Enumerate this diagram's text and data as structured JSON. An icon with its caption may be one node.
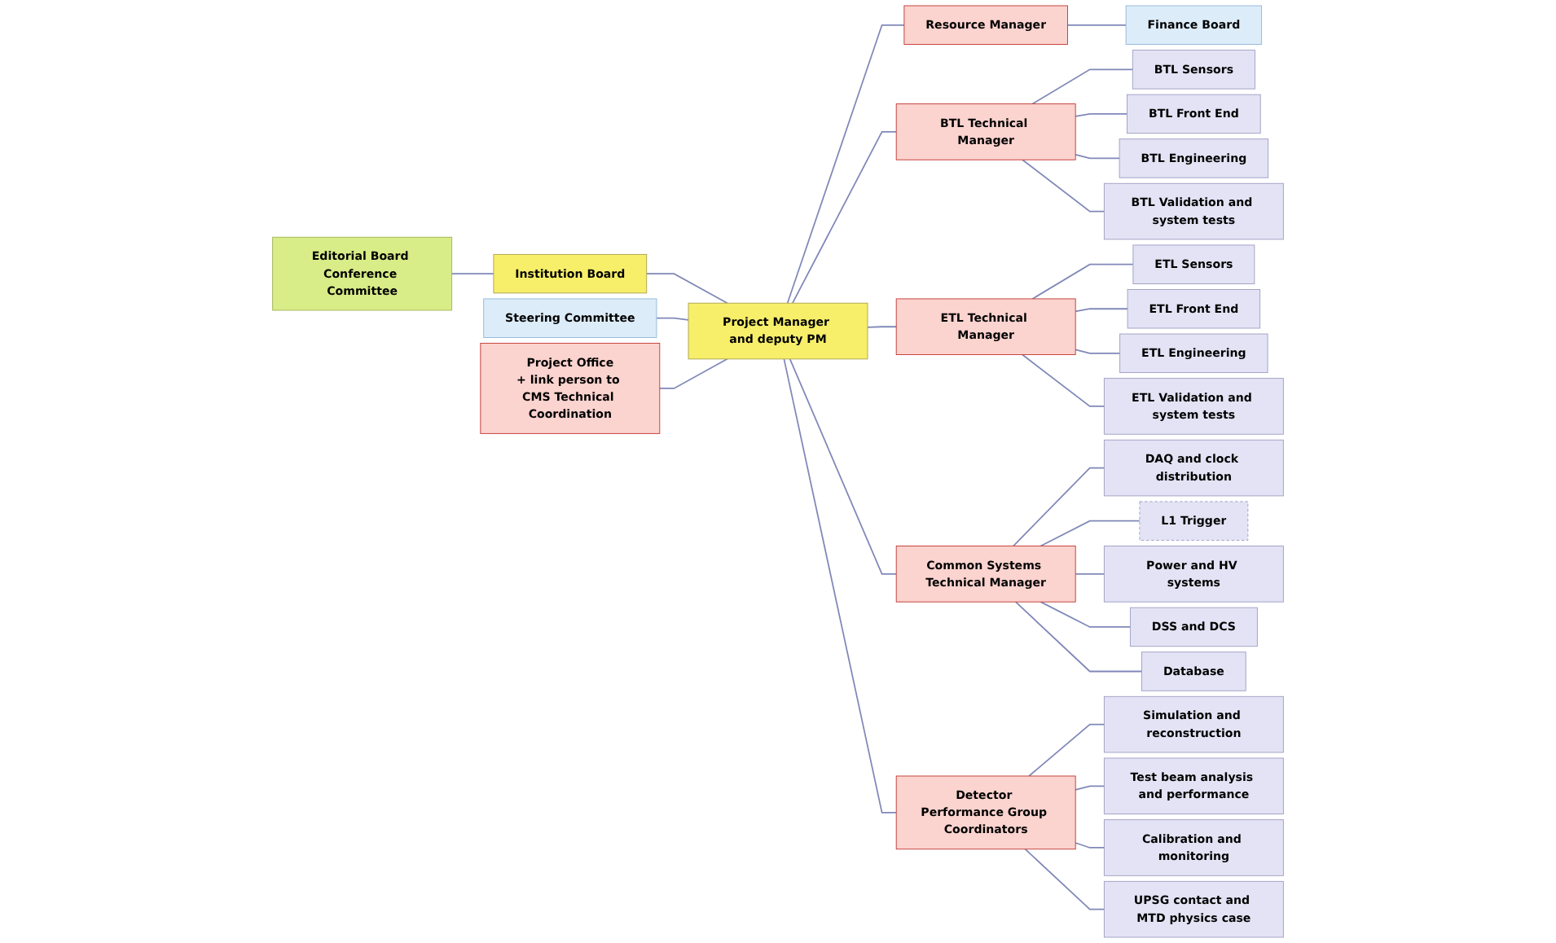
{
  "diagram": {
    "nodes": [
      {
        "text": [
          "Steering Committee"
        ]
      },
      {
        "text": [
          "Institution Board"
        ]
      },
      {
        "text": [
          "Editorial Board Conference Committee"
        ]
      },
      {
        "text": [
          "Project Office",
          "+ link person to CMS Technical Coordination"
        ]
      },
      {
        "text": [
          "Project Manager and deputy PM"
        ]
      },
      {
        "text": [
          "Resource Manager"
        ]
      },
      {
        "text": [
          "Finance Board"
        ]
      },
      {
        "text": [
          "BTL Technical Manager"
        ]
      },
      {
        "text": [
          "BTL Sensors"
        ]
      },
      {
        "text": [
          "BTL Front End"
        ]
      },
      {
        "text": [
          "BTL Engineering"
        ]
      },
      {
        "text": [
          "BTL Validation and system tests"
        ]
      },
      {
        "text": [
          "ETL Technical Manager"
        ]
      },
      {
        "text": [
          "ETL Sensors"
        ]
      },
      {
        "text": [
          "ETL Front End"
        ]
      },
      {
        "text": [
          "ETL Engineering"
        ]
      },
      {
        "text": [
          "ETL Validation and system tests"
        ]
      },
      {
        "text": [
          "Common Systems Technical Manager"
        ]
      },
      {
        "text": [
          "DAQ and clock distribution"
        ]
      },
      {
        "text": [
          "L1 Trigger"
        ]
      },
      {
        "text": [
          "Power and HV systems"
        ]
      },
      {
        "text": [
          "DSS and DCS"
        ]
      },
      {
        "text": [
          "Database"
        ]
      },
      {
        "text": [
          "Detector Performance Group Coordinators"
        ]
      },
      {
        "text": [
          "Simulation and reconstruction"
        ]
      },
      {
        "text": [
          "Test beam analysis and performance"
        ]
      },
      {
        "text": [
          "Calibration and monitoring"
        ]
      },
      {
        "text": [
          "UPSG contact and MTD physics case"
        ]
      }
    ],
    "edges": [
      {
        "from": 2,
        "to": 1,
        "arrow": "none"
      },
      {
        "from": 1,
        "to": 4,
        "arrow": "none"
      },
      {
        "from": 0,
        "to": 4,
        "arrow": "none"
      },
      {
        "from": 3,
        "to": 4,
        "arrow": "none"
      },
      {
        "from": 4,
        "to": 5,
        "arrow": "none"
      },
      {
        "from": 5,
        "to": 6,
        "arrow": "none"
      },
      {
        "from": 4,
        "to": 7,
        "arrow": "none"
      },
      {
        "from": 4,
        "to": 12,
        "arrow": "none"
      },
      {
        "from": 4,
        "to": 17,
        "arrow": "none"
      },
      {
        "from": 4,
        "to": 23,
        "arrow": "none"
      },
      {
        "from": 7,
        "to": 8,
        "arrow": "none"
      },
      {
        "from": 7,
        "to": 9,
        "arrow": "none"
      },
      {
        "from": 7,
        "to": 10,
        "arrow": "none"
      },
      {
        "from": 7,
        "to": 11,
        "arrow": "none"
      },
      {
        "from": 12,
        "to": 13,
        "arrow": "none"
      },
      {
        "from": 12,
        "to": 14,
        "arrow": "none"
      },
      {
        "from": 12,
        "to": 15,
        "arrow": "none"
      },
      {
        "from": 12,
        "to": 16,
        "arrow": "none"
      },
      {
        "from": 17,
        "to": 18,
        "arrow": "none"
      },
      {
        "from": 17,
        "to": 19,
        "arrow": "none"
      },
      {
        "from": 17,
        "to": 20,
        "arrow": "none"
      },
      {
        "from": 17,
        "to": 21,
        "arrow": "none"
      },
      {
        "from": 17,
        "to": 22,
        "arrow": "none"
      },
      {
        "from": 23,
        "to": 24,
        "arrow": "none"
      },
      {
        "from": 23,
        "to": 25,
        "arrow": "none"
      },
      {
        "from": 23,
        "to": 26,
        "arrow": "none"
      },
      {
        "from": 23,
        "to": 27,
        "arrow": "none"
      }
    ]
  }
}
